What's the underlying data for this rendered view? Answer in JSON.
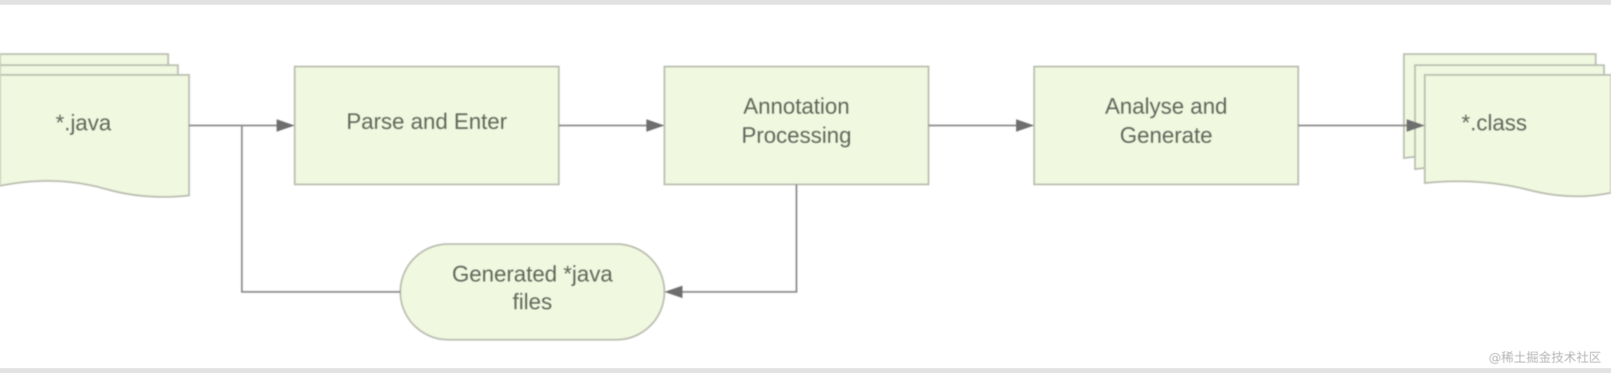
{
  "diagram": {
    "nodes": {
      "java_source": {
        "label": "*.java"
      },
      "parse_enter": {
        "label": "Parse and Enter"
      },
      "annotation_processing": {
        "line1": "Annotation",
        "line2": "Processing"
      },
      "analyse_generate": {
        "line1": "Analyse and",
        "line2": "Generate"
      },
      "class_output": {
        "label": "*.class"
      },
      "generated_java": {
        "line1": "Generated *java",
        "line2": "files"
      }
    },
    "edges": [
      {
        "from": "java_source",
        "to": "parse_enter"
      },
      {
        "from": "parse_enter",
        "to": "annotation_processing"
      },
      {
        "from": "annotation_processing",
        "to": "analyse_generate"
      },
      {
        "from": "analyse_generate",
        "to": "class_output"
      },
      {
        "from": "annotation_processing",
        "to": "generated_java"
      },
      {
        "from": "generated_java",
        "to": "parse_enter"
      }
    ],
    "colors": {
      "node_fill": "#f1f8e0",
      "node_border": "#b9bdaf",
      "edge": "#8c8c8c",
      "text": "#5f665a"
    }
  },
  "watermark": "@稀土掘金技术社区"
}
